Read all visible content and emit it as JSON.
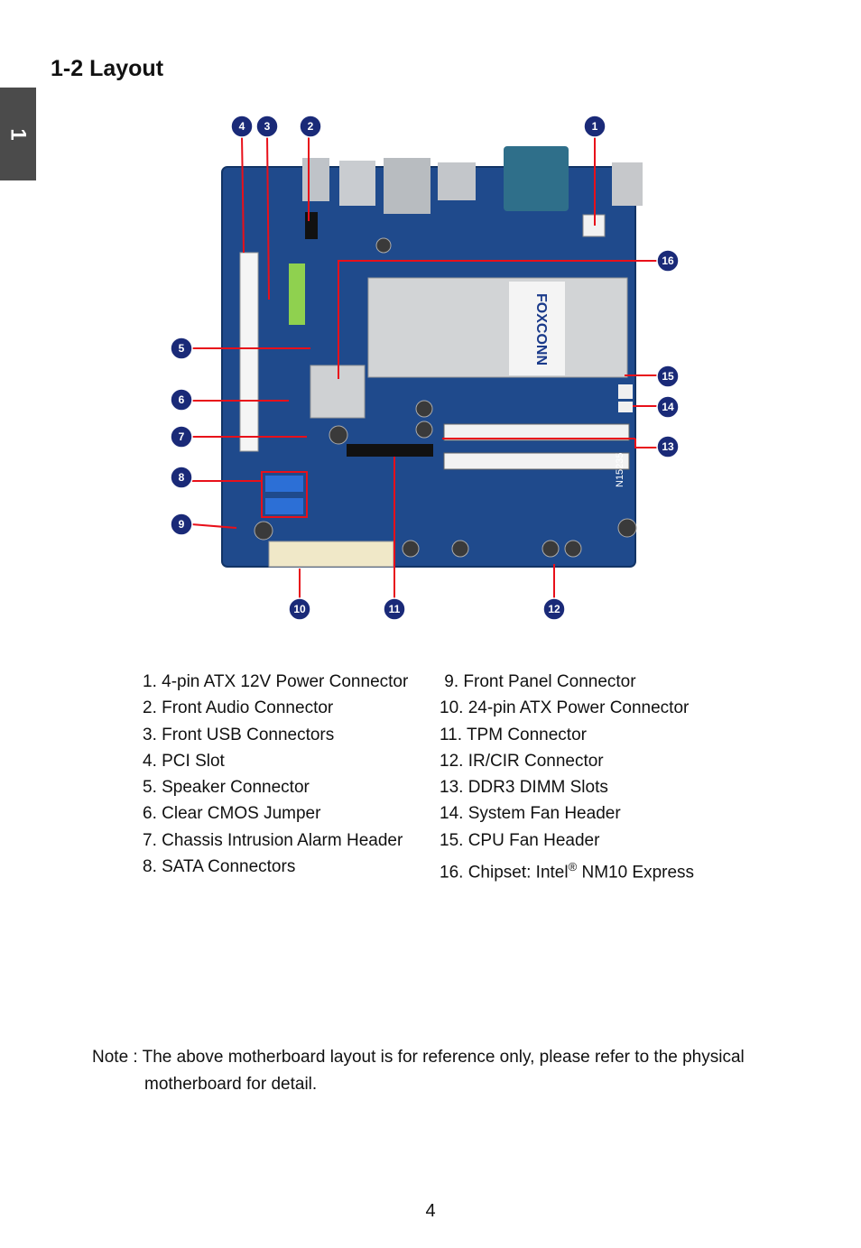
{
  "chapter_tab": "1",
  "section_title": "1-2 Layout",
  "board_image": {
    "brand_text": "FOXCONN",
    "model_text": "N15235",
    "callout_badges": [
      "1",
      "2",
      "3",
      "4",
      "5",
      "6",
      "7",
      "8",
      "9",
      "10",
      "11",
      "12",
      "13",
      "14",
      "15",
      "16"
    ]
  },
  "legend_left": [
    "1. 4-pin ATX 12V Power Connector",
    "2. Front Audio Connector",
    "3. Front USB Connectors",
    "4. PCI Slot",
    "5. Speaker Connector",
    "6. Clear CMOS Jumper",
    "7. Chassis Intrusion Alarm Header",
    "8. SATA Connectors"
  ],
  "legend_right": [
    " 9. Front Panel Connector",
    "10. 24-pin ATX Power Connector",
    "11. TPM Connector",
    "12. IR/CIR Connector",
    "13. DDR3 DIMM Slots",
    "14. System Fan Header",
    "15. CPU Fan Header",
    "16. Chipset: Intel"
  ],
  "legend_right_16_sup": "®",
  "legend_right_16_tail": " NM10 Express",
  "note": {
    "line1": "Note : The above motherboard layout is for reference only, please refer to the physical",
    "line2": "motherboard for detail."
  },
  "page_number": "4"
}
